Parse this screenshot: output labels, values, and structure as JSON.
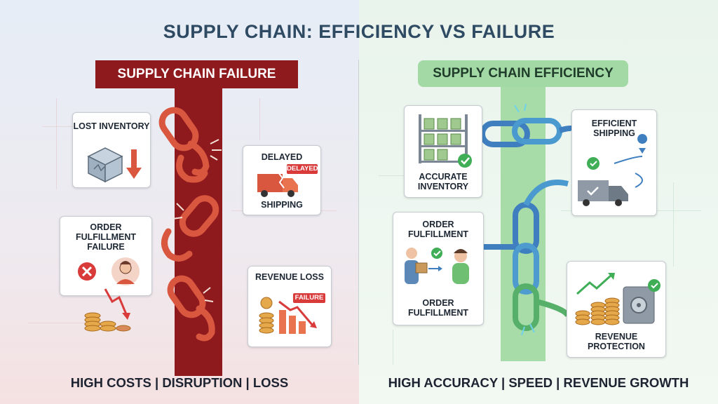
{
  "title": "SUPPLY CHAIN: EFFICIENCY VS FAILURE",
  "failure": {
    "header": "SUPPLY CHAIN FAILURE",
    "cards": {
      "lost_inventory": "LOST INVENTORY",
      "delayed": "DELAYED",
      "delayed_badge": "DELAYED",
      "shipping": "SHIPPING",
      "order_failure": "ORDER FULFILLMENT FAILURE",
      "revenue_loss": "REVENUE LOSS",
      "failure_badge": "FAILURE"
    },
    "footer": "HIGH COSTS | DISRUPTION | LOSS"
  },
  "efficiency": {
    "header": "SUPPLY CHAIN EFFICIENCY",
    "cards": {
      "accurate_inventory": "ACCURATE INVENTORY",
      "efficient_shipping": "EFFICIENT SHIPPING",
      "order_fulfillment_top": "ORDER FULFILLMENT",
      "order_fulfillment_bottom": "ORDER FULFILLMENT",
      "revenue_protection": "REVENUE PROTECTION"
    },
    "footer": "HIGH ACCURACY | SPEED | REVENUE GROWTH"
  },
  "colors": {
    "failure_red": "#8e1a1e",
    "efficiency_green": "#a3d9a5",
    "chain_orange": "#d9573f",
    "chain_blue": "#3f7fbf"
  }
}
